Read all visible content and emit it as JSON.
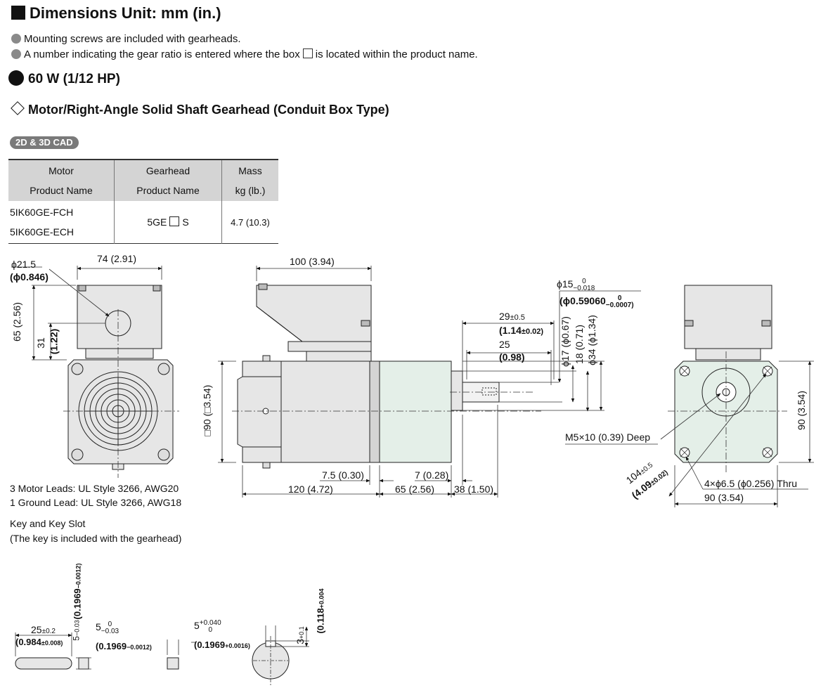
{
  "header": {
    "title": "Dimensions  Unit: mm (in.)",
    "note1": "Mounting screws are included with gearheads.",
    "note2_before": "A number indicating the gear ratio is entered where the box",
    "note2_after": "is located within the product name.",
    "power": "60 W (1/12 HP)",
    "subtitle": "Motor/Right-Angle Solid Shaft Gearhead (Conduit Box Type)",
    "cad_badge": "2D & 3D CAD"
  },
  "table": {
    "col1": [
      "Motor",
      "Product  Name"
    ],
    "col2": [
      "Gearhead",
      "Product  Name"
    ],
    "col3": [
      "Mass",
      "kg (lb.)"
    ],
    "motors": [
      "5IK60GE-FCH",
      "5IK60GE-ECH"
    ],
    "gearhead_pre": "5GE",
    "gearhead_post": "S",
    "mass": "4.7 (10.3)"
  },
  "leads": {
    "line1": "3 Motor Leads: UL Style 3266, AWG20",
    "line2": "1 Ground Lead: UL Style 3266, AWG18"
  },
  "key": {
    "title": "Key and Key Slot",
    "note": "(The key is included with the gearhead)"
  },
  "dims": {
    "front_width": "74 (2.91)",
    "conduit_dia": "ϕ21.5",
    "conduit_dia_in": "(ϕ0.846)",
    "height_65": "65 (2.56)",
    "height_31": "31",
    "height_31_in": "(1.22)",
    "top_100": "100 (3.94)",
    "shaft_dia": "ϕ15",
    "shaft_dia_tol_top": "0",
    "shaft_dia_tol_bot": "−0.018",
    "shaft_dia_in": "(ϕ0.59060",
    "shaft_dia_in_tol_top": "0",
    "shaft_dia_in_tol_bot": "−0.0007)",
    "len_29": "29",
    "len_29_tol": "±0.5",
    "len_29_in": "(1.14",
    "len_29_in_tol": "±0.02)",
    "len_25": "25",
    "len_25_in": "(0.98)",
    "dia_17": "ϕ17 (ϕ0.67)",
    "dim_18": "18 (0.71)",
    "dia_34": "ϕ34 (ϕ1.34)",
    "sq_90": "□90 (□3.54)",
    "m5": "M5×10 (0.39) Deep",
    "d_7_5": "7.5 (0.30)",
    "d_7": "7 (0.28)",
    "d_120": "120 (4.72)",
    "d_65": "65 (2.56)",
    "d_38": "38 (1.50)",
    "r_90_v": "90 (3.54)",
    "r_90_h": "90 (3.54)",
    "pcd_104": "104",
    "pcd_104_tol": "±0.5",
    "pcd_104_in": "(4.09",
    "pcd_104_in_tol": "±0.02)",
    "holes": "4×ϕ6.5 (ϕ0.256) Thru",
    "k_25": "25",
    "k_25_tol": "±0.2",
    "k_25_in": "(0.984",
    "k_25_in_tol": "±0.008)",
    "k_5v": "5",
    "k_5v_tol": "−0.03",
    "k_5v_in": "(0.1969",
    "k_5v_in_tol": "−0.0012)",
    "k_5": "5",
    "k_5_tol_top": "0",
    "k_5_tol_bot": "−0.03",
    "k_5_in": "(0.1969",
    "k_5_in_tol": "−0.0012)",
    "s_5": "5",
    "s_5_tol_top": "+0.040",
    "s_5_tol_bot": "0",
    "s_5_in": "(0.1969",
    "s_5_in_tol": "+0.0016)",
    "s_3": "3",
    "s_3_tol": "+0.1",
    "s_3_in": "(0.118",
    "s_3_in_tol": "+0.004"
  }
}
